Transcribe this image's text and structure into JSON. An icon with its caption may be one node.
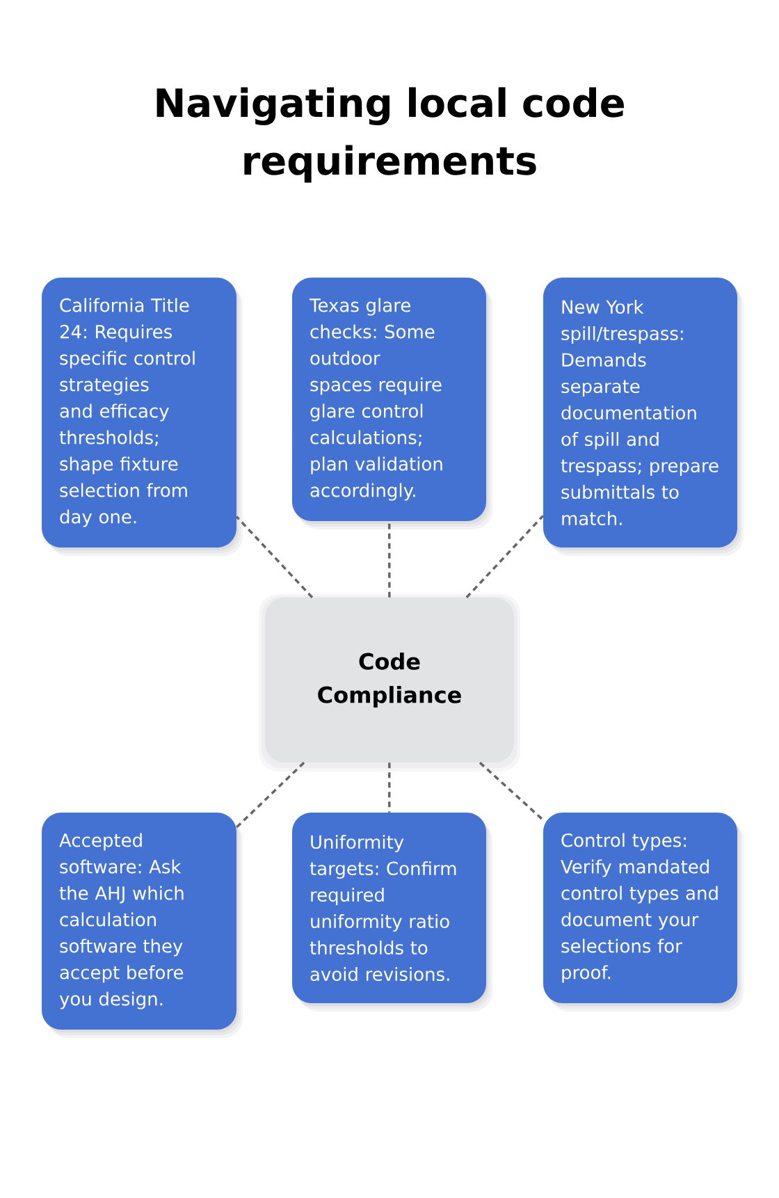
{
  "diagram": {
    "title": "Navigating local code requirements",
    "nodes": [
      {
        "text": [
          "California Title 24: Requires specific control strategies and efficacy thresholds; shape fixture selection from day one."
        ]
      },
      {
        "text": [
          "Texas glare checks: Some outdoor spaces require glare control calculations; plan validation accordingly."
        ]
      },
      {
        "text": [
          "New York spill/trespass: Demands separate documentation of spill and trespass; prepare submittals to match."
        ]
      },
      {
        "text": [
          "Code Compliance"
        ]
      },
      {
        "text": [
          "Accepted software: Ask the AHJ which calculation software they accept before you design."
        ]
      },
      {
        "text": [
          "Uniformity targets: Confirm required uniformity ratio thresholds to avoid revisions."
        ]
      },
      {
        "text": [
          "Control types: Verify mandated control types and document your selections for proof."
        ]
      }
    ],
    "edges": [
      {
        "from": 3,
        "to": 0,
        "arrow": "none",
        "style": "dashed"
      },
      {
        "from": 3,
        "to": 1,
        "arrow": "none",
        "style": "dashed"
      },
      {
        "from": 3,
        "to": 2,
        "arrow": "none",
        "style": "dashed"
      },
      {
        "from": 3,
        "to": 4,
        "arrow": "none",
        "style": "dashed"
      },
      {
        "from": 3,
        "to": 5,
        "arrow": "none",
        "style": "dashed"
      },
      {
        "from": 3,
        "to": 6,
        "arrow": "none",
        "style": "dashed"
      }
    ]
  }
}
